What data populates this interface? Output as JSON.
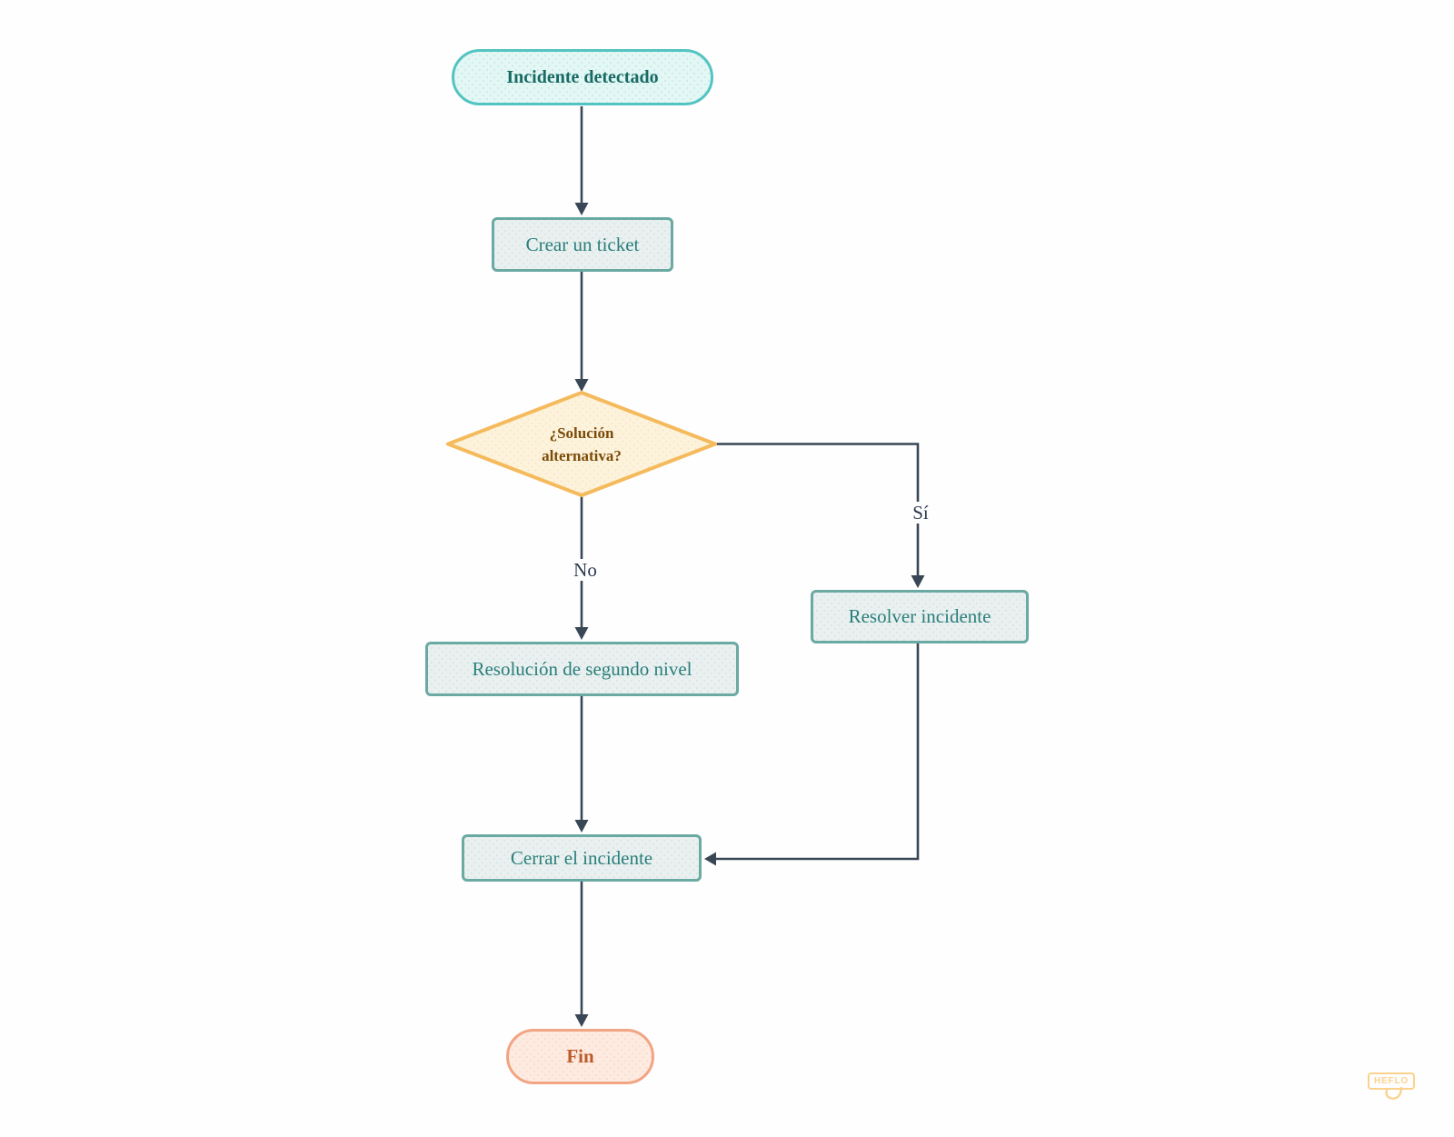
{
  "diagram": {
    "type": "flowchart",
    "nodes": {
      "start": {
        "label": "Incidente detectado",
        "shape": "rounded-pill",
        "fill": "#e3f7f5",
        "border": "#53c4c2",
        "text_color": "#186a63"
      },
      "create_ticket": {
        "label": "Crear un ticket",
        "shape": "rectangle",
        "fill": "#e9f0ef",
        "border": "#6ba9a3",
        "text_color": "#2a7e7b"
      },
      "decision": {
        "label": "¿Solución alternativa?",
        "shape": "diamond",
        "fill": "#fdf3dc",
        "border": "#f4ba5c",
        "text_color": "#7b4b09"
      },
      "resolve_incident": {
        "label": "Resolver incidente",
        "shape": "rectangle",
        "fill": "#e9f0ef",
        "border": "#6ba9a3",
        "text_color": "#2a7e7b"
      },
      "second_level": {
        "label": "Resolución de segundo nivel",
        "shape": "rectangle",
        "fill": "#e9f0ef",
        "border": "#6ba9a3",
        "text_color": "#2a7e7b"
      },
      "close_incident": {
        "label": "Cerrar el incidente",
        "shape": "rectangle",
        "fill": "#e9f0ef",
        "border": "#6ba9a3",
        "text_color": "#2a7e7b"
      },
      "end": {
        "label": "Fin",
        "shape": "rounded-pill",
        "fill": "#fdebe1",
        "border": "#f2a483",
        "text_color": "#bc5a28"
      }
    },
    "edges": [
      {
        "from": "start",
        "to": "create_ticket",
        "label": ""
      },
      {
        "from": "create_ticket",
        "to": "decision",
        "label": ""
      },
      {
        "from": "decision",
        "to": "second_level",
        "label": "No"
      },
      {
        "from": "decision",
        "to": "resolve_incident",
        "label": "Sí"
      },
      {
        "from": "resolve_incident",
        "to": "close_incident",
        "label": ""
      },
      {
        "from": "second_level",
        "to": "close_incident",
        "label": ""
      },
      {
        "from": "close_incident",
        "to": "end",
        "label": ""
      }
    ],
    "edge_labels": {
      "yes": "Sí",
      "no": "No"
    },
    "connector_color": "#394655",
    "label_color": "#2c3a4f"
  },
  "branding": {
    "logo_text": "HEFLO",
    "logo_color": "#fbd28d"
  }
}
